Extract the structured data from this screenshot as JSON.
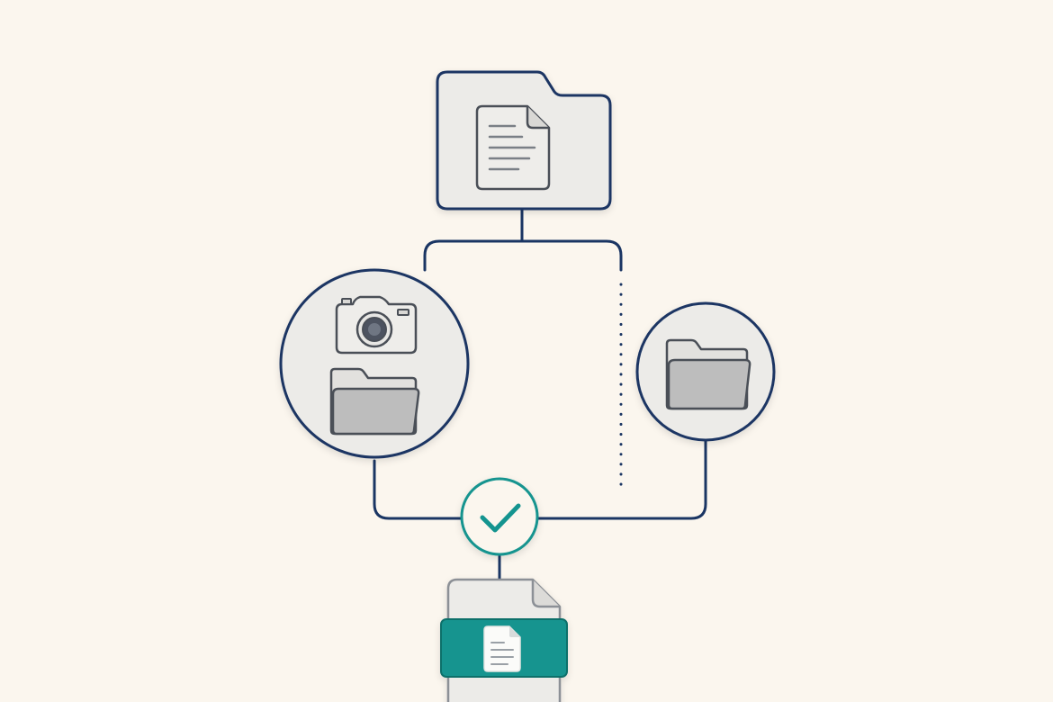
{
  "diagram": {
    "background": "#fbf6ee",
    "colors": {
      "stroke_navy": "#1a3563",
      "node_fill": "#ecebe8",
      "icon_stroke": "#4a4f57",
      "icon_fill": "#bdbdbd",
      "accent_teal": "#14948f",
      "check_fill": "#fbf6ee",
      "doc_line": "#7a7f86"
    },
    "nodes": [
      {
        "id": "source-folder",
        "shape": "folder",
        "icons": [
          "document-icon"
        ]
      },
      {
        "id": "left-circle",
        "shape": "circle",
        "icons": [
          "camera-icon",
          "folder-icon"
        ]
      },
      {
        "id": "right-circle",
        "shape": "circle",
        "icons": [
          "folder-icon"
        ]
      },
      {
        "id": "checkpoint",
        "shape": "circle",
        "icons": [
          "checkmark-icon"
        ]
      },
      {
        "id": "output-document",
        "shape": "document",
        "icons": [
          "document-icon"
        ]
      }
    ],
    "edges": [
      {
        "from": "source-folder",
        "to": "left-circle",
        "style": "solid"
      },
      {
        "from": "source-folder",
        "to": "right-circle",
        "style": "dotted"
      },
      {
        "from": "left-circle",
        "to": "checkpoint",
        "style": "solid"
      },
      {
        "from": "right-circle",
        "to": "checkpoint",
        "style": "solid"
      },
      {
        "from": "checkpoint",
        "to": "output-document",
        "style": "solid"
      }
    ]
  }
}
